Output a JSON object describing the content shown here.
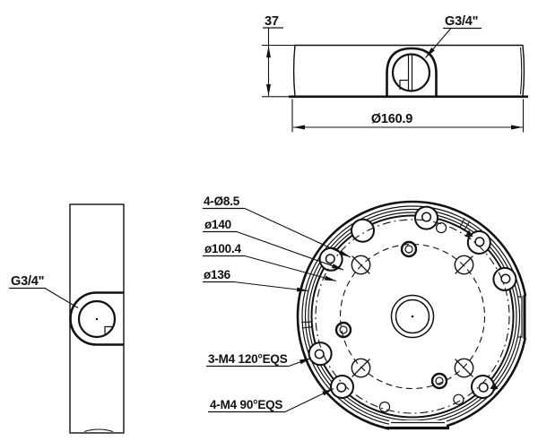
{
  "drawing": {
    "title": "junction-box-technical-drawing",
    "colors": {
      "line": "#111111",
      "background": "#ffffff"
    },
    "top_view": {
      "height_dim": "37",
      "thread_label": "G3/4\"",
      "diameter_dim": "Ø160.9"
    },
    "side_view": {
      "thread_label": "G3/4\""
    },
    "front_view": {
      "mount_holes_label": "4-Ø8.5",
      "bolt_circle_140_label": "ø140",
      "bolt_circle_100_label": "ø100.4",
      "groove_circle_136_label": "ø136",
      "screws_3_label": "3-M4 120°EQS",
      "screws_4_label": "4-M4 90°EQS"
    }
  }
}
